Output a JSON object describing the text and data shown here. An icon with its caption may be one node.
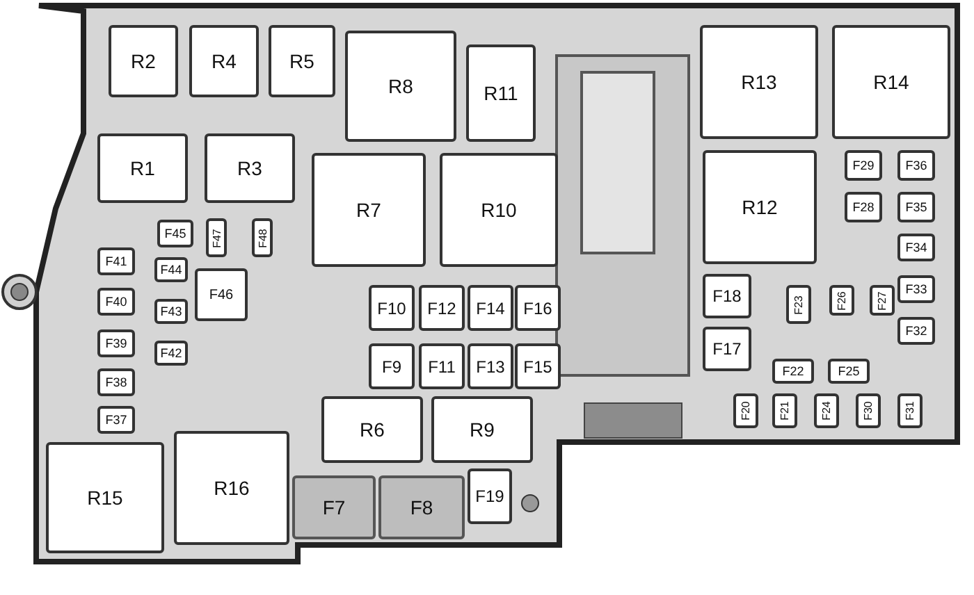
{
  "diagram": {
    "nodes": [
      {
        "text": [
          "R2"
        ]
      },
      {
        "text": [
          "R4"
        ]
      },
      {
        "text": [
          "R5"
        ]
      },
      {
        "text": [
          "R8"
        ]
      },
      {
        "text": [
          "R11"
        ]
      },
      {
        "text": [
          "R13"
        ]
      },
      {
        "text": [
          "R14"
        ]
      },
      {
        "text": [
          "R1"
        ]
      },
      {
        "text": [
          "R3"
        ]
      },
      {
        "text": [
          "F29"
        ]
      },
      {
        "text": [
          "F36"
        ]
      },
      {
        "text": [
          "R7"
        ]
      },
      {
        "text": [
          "R10"
        ]
      },
      {
        "text": [
          "R12"
        ]
      },
      {
        "text": [
          "F28"
        ]
      },
      {
        "text": [
          "F35"
        ]
      },
      {
        "text": [
          "F45"
        ]
      },
      {
        "text": [
          "F47"
        ]
      },
      {
        "text": [
          "F48"
        ]
      },
      {
        "text": [
          "F41"
        ]
      },
      {
        "text": [
          "F44"
        ]
      },
      {
        "text": [
          "F34"
        ]
      },
      {
        "text": [
          "F46"
        ]
      },
      {
        "text": [
          "F40"
        ]
      },
      {
        "text": [
          "F43"
        ]
      },
      {
        "text": [
          "F18"
        ]
      },
      {
        "text": [
          "F23"
        ]
      },
      {
        "text": [
          "F26"
        ]
      },
      {
        "text": [
          "F27"
        ]
      },
      {
        "text": [
          "F33"
        ]
      },
      {
        "text": [
          "F10"
        ]
      },
      {
        "text": [
          "F12"
        ]
      },
      {
        "text": [
          "F14"
        ]
      },
      {
        "text": [
          "F16"
        ]
      },
      {
        "text": [
          "F39"
        ]
      },
      {
        "text": [
          "F42"
        ]
      },
      {
        "text": [
          "F32"
        ]
      },
      {
        "text": [
          "F17"
        ]
      },
      {
        "text": [
          "F9"
        ]
      },
      {
        "text": [
          "F11"
        ]
      },
      {
        "text": [
          "F13"
        ]
      },
      {
        "text": [
          "F15"
        ]
      },
      {
        "text": [
          "F38"
        ]
      },
      {
        "text": [
          "F22"
        ]
      },
      {
        "text": [
          "F25"
        ]
      },
      {
        "text": [
          "F37"
        ]
      },
      {
        "text": [
          "F20"
        ]
      },
      {
        "text": [
          "F21"
        ]
      },
      {
        "text": [
          "F24"
        ]
      },
      {
        "text": [
          "F30"
        ]
      },
      {
        "text": [
          "F31"
        ]
      },
      {
        "text": [
          "R6"
        ]
      },
      {
        "text": [
          "R9"
        ]
      },
      {
        "text": [
          "R15"
        ]
      },
      {
        "text": [
          "R16"
        ]
      },
      {
        "text": [
          "F7"
        ]
      },
      {
        "text": [
          "F8"
        ]
      },
      {
        "text": [
          "F19"
        ]
      }
    ]
  }
}
